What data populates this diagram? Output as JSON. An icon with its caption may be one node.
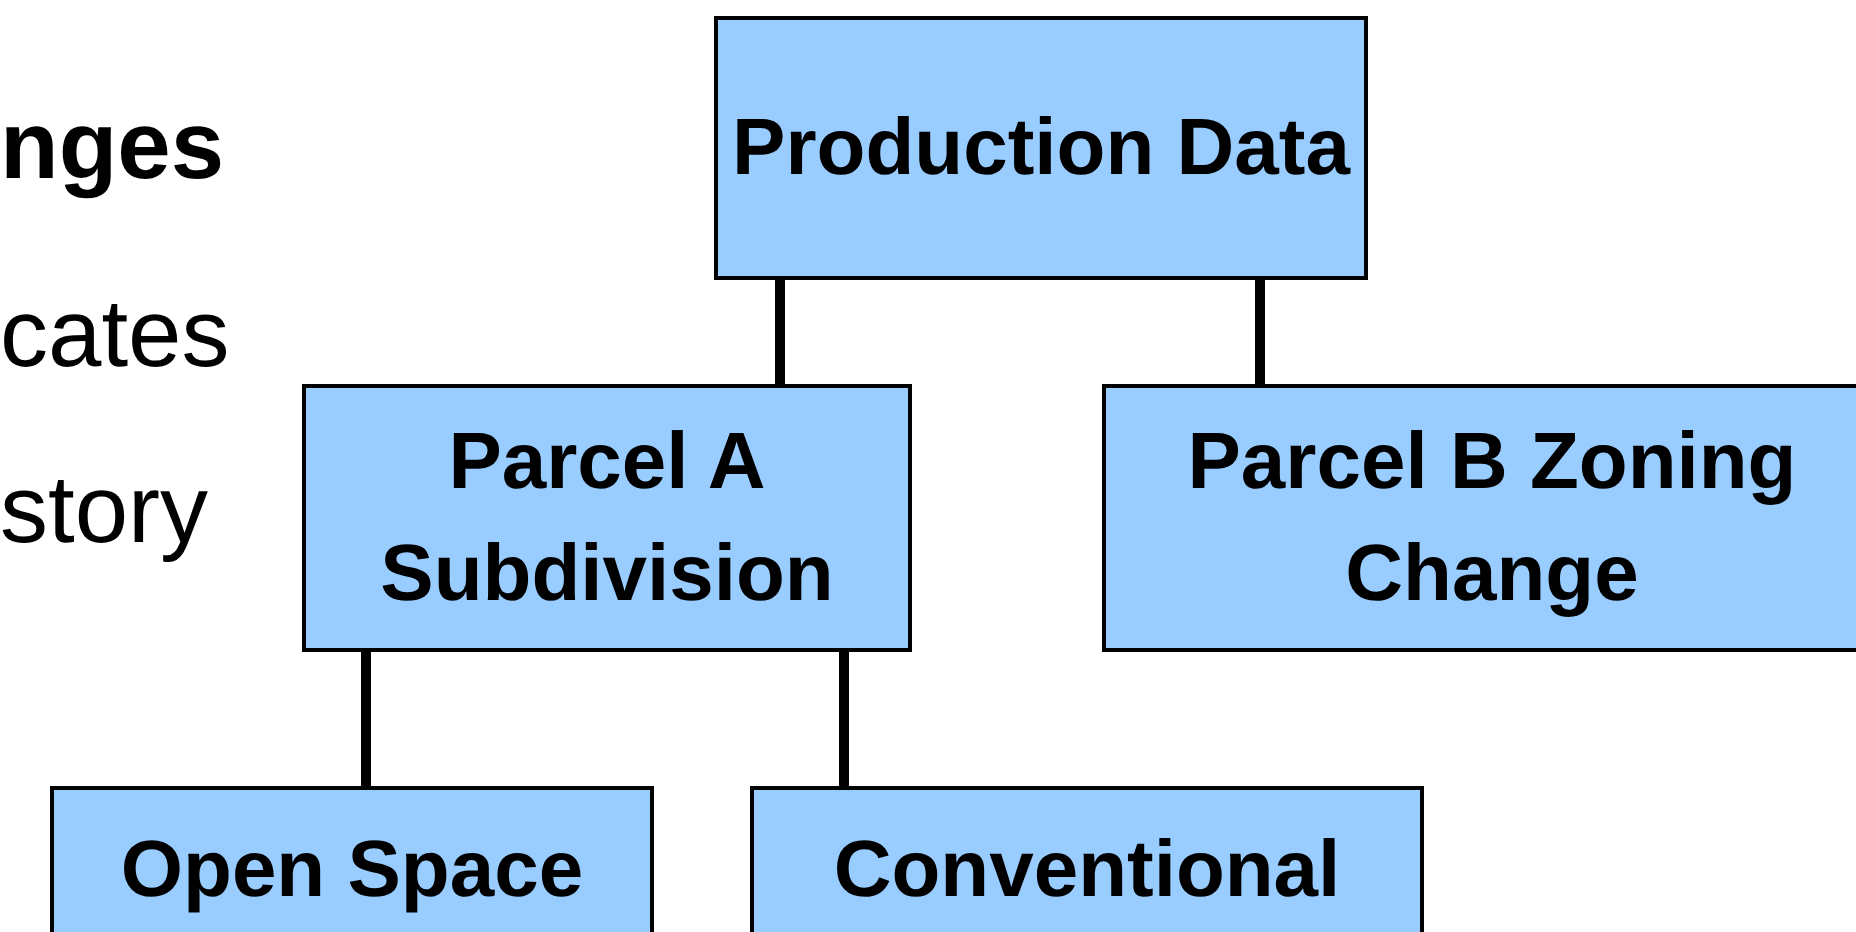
{
  "diagram": {
    "nodes": [
      {
        "text": [
          "Production Data"
        ]
      },
      {
        "text": [
          "Parcel A Subdivision"
        ]
      },
      {
        "text": [
          "Parcel B Zoning Change"
        ]
      },
      {
        "text": [
          "Open Space"
        ]
      },
      {
        "text": [
          "Conventional"
        ]
      }
    ],
    "edges": [
      {
        "from": 0,
        "to": 1,
        "arrow": "none"
      },
      {
        "from": 0,
        "to": 2,
        "arrow": "none"
      },
      {
        "from": 1,
        "to": 3,
        "arrow": "none"
      },
      {
        "from": 1,
        "to": 4,
        "arrow": "none"
      }
    ],
    "labels": [
      "nges",
      "cates",
      "story"
    ]
  }
}
